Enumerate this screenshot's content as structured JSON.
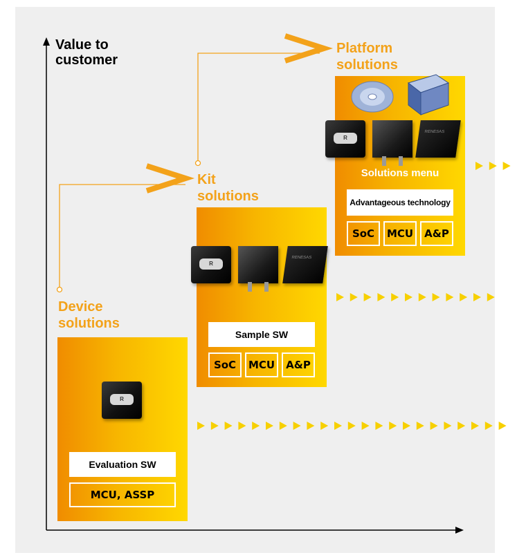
{
  "axis": {
    "y_label": "Value to\ncustomer"
  },
  "stages": {
    "device": {
      "title": "Device\nsolutions",
      "software": "Evaluation SW",
      "tags": [
        "MCU, ASSP"
      ]
    },
    "kit": {
      "title": "Kit\nsolutions",
      "software": "Sample SW",
      "tags": [
        "SoC",
        "MCU",
        "A&P"
      ]
    },
    "platform": {
      "title": "Platform\nsolutions",
      "menu": "Solutions menu",
      "software": "Advantageous technology",
      "tags": [
        "SoC",
        "MCU",
        "A&P"
      ]
    }
  },
  "colors": {
    "accent": "#f3a21a",
    "column_start": "#f08c00",
    "column_end": "#ffd800",
    "arrow_dots": "#f7d000"
  },
  "icons": [
    "cd-disc-icon",
    "manual-book-icon",
    "chip-icon"
  ]
}
